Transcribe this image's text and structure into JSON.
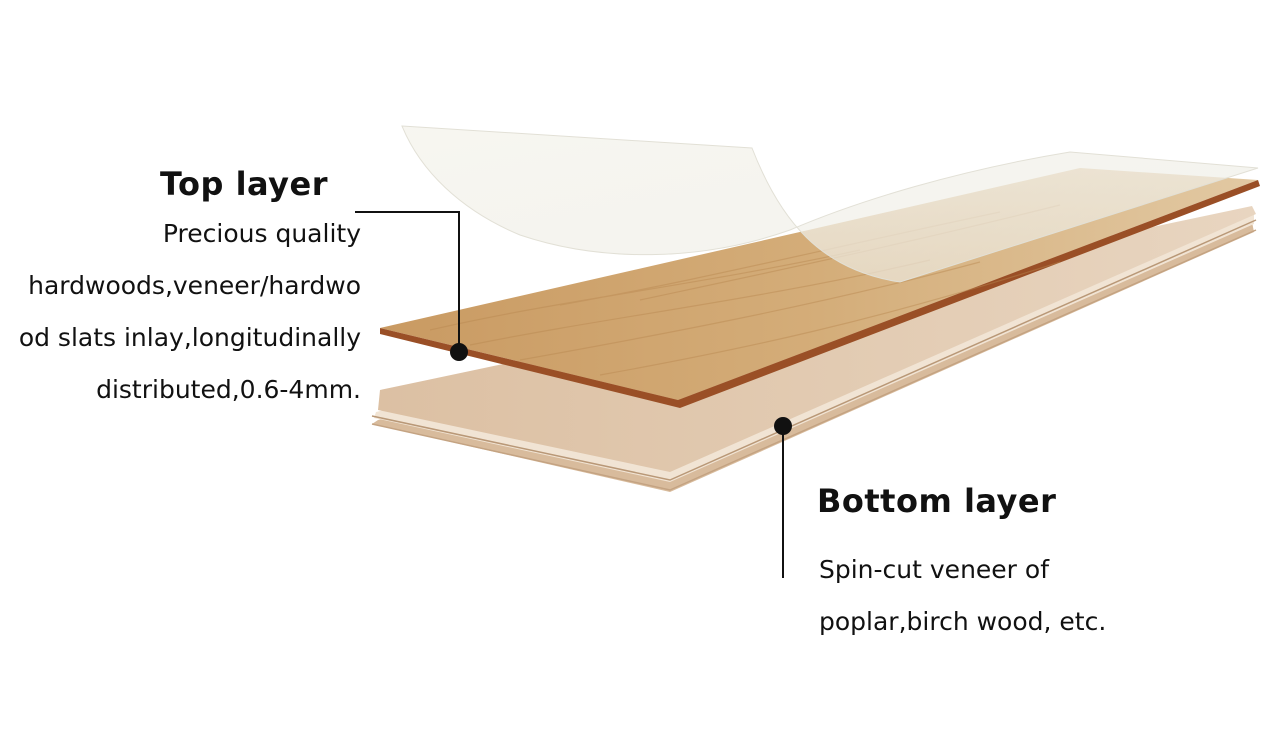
{
  "top_layer": {
    "title": "Top layer",
    "description_lines": [
      "Precious quality",
      "hardwoods,veneer/hardwo",
      "od slats inlay,longitudinally",
      "distributed,0.6-4mm."
    ]
  },
  "bottom_layer": {
    "title": "Bottom layer",
    "description_lines": [
      "Spin-cut veneer of",
      "poplar,birch wood, etc."
    ]
  },
  "colors": {
    "veneer_face": "#cfa46e",
    "veneer_edge": "#9a4f26",
    "base_face": "#dfc4a8",
    "base_edge": "#c9ab8c",
    "film": "#f3f1ea",
    "leader_line": "#111111"
  }
}
